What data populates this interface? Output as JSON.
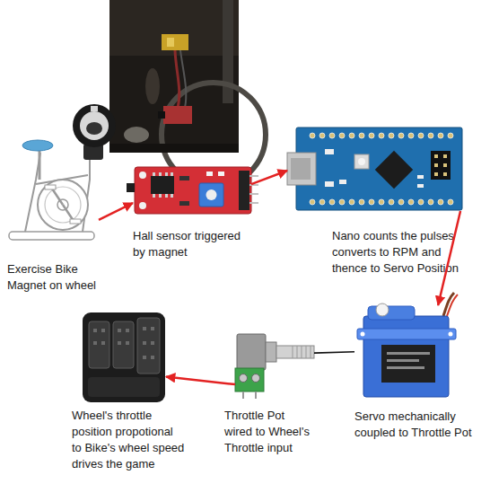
{
  "diagram": {
    "nodes": [
      {
        "text": [
          "Exercise Bike Magnet on wheel"
        ]
      },
      {
        "text": [
          "Hall sensor triggered by magnet"
        ]
      },
      {
        "text": [
          "Nano counts the pulses converts to RPM and thence to Servo Position"
        ]
      },
      {
        "text": [
          "Servo mechanically coupled to Throttle Pot"
        ]
      },
      {
        "text": [
          "Throttle Pot wired to Wheel's Throttle input"
        ]
      },
      {
        "text": [
          "Wheel's throttle position propotional to Bike's wheel speed drives the game"
        ]
      }
    ],
    "edges": [
      {
        "from": 0,
        "to": 1,
        "arrow": "to"
      },
      {
        "from": 1,
        "to": 2,
        "arrow": "to"
      },
      {
        "from": 2,
        "to": 3,
        "arrow": "to"
      },
      {
        "from": 3,
        "to": 4,
        "arrow": "none"
      },
      {
        "from": 4,
        "to": 5,
        "arrow": "to"
      }
    ]
  }
}
